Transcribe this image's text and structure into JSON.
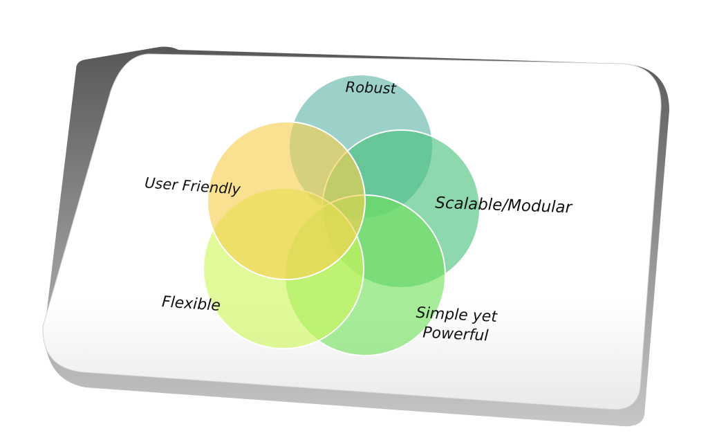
{
  "diagram": {
    "sets": [
      {
        "id": "robust",
        "label": "Robust",
        "color": "#5fb5a8"
      },
      {
        "id": "scalable",
        "label": "Scalable/Modular",
        "color": "#48c07a"
      },
      {
        "id": "simple",
        "label": "Simple yet Powerful",
        "label_lines": [
          "Simple yet",
          "Powerful"
        ],
        "color": "#6fe05a"
      },
      {
        "id": "flexible",
        "label": "Flexible",
        "color": "#cdf55a"
      },
      {
        "id": "user_friendly",
        "label": "User Friendly",
        "color": "#f7cf4e"
      }
    ],
    "card_color": "#ffffff",
    "shadow_color": "#6e6e6e"
  }
}
